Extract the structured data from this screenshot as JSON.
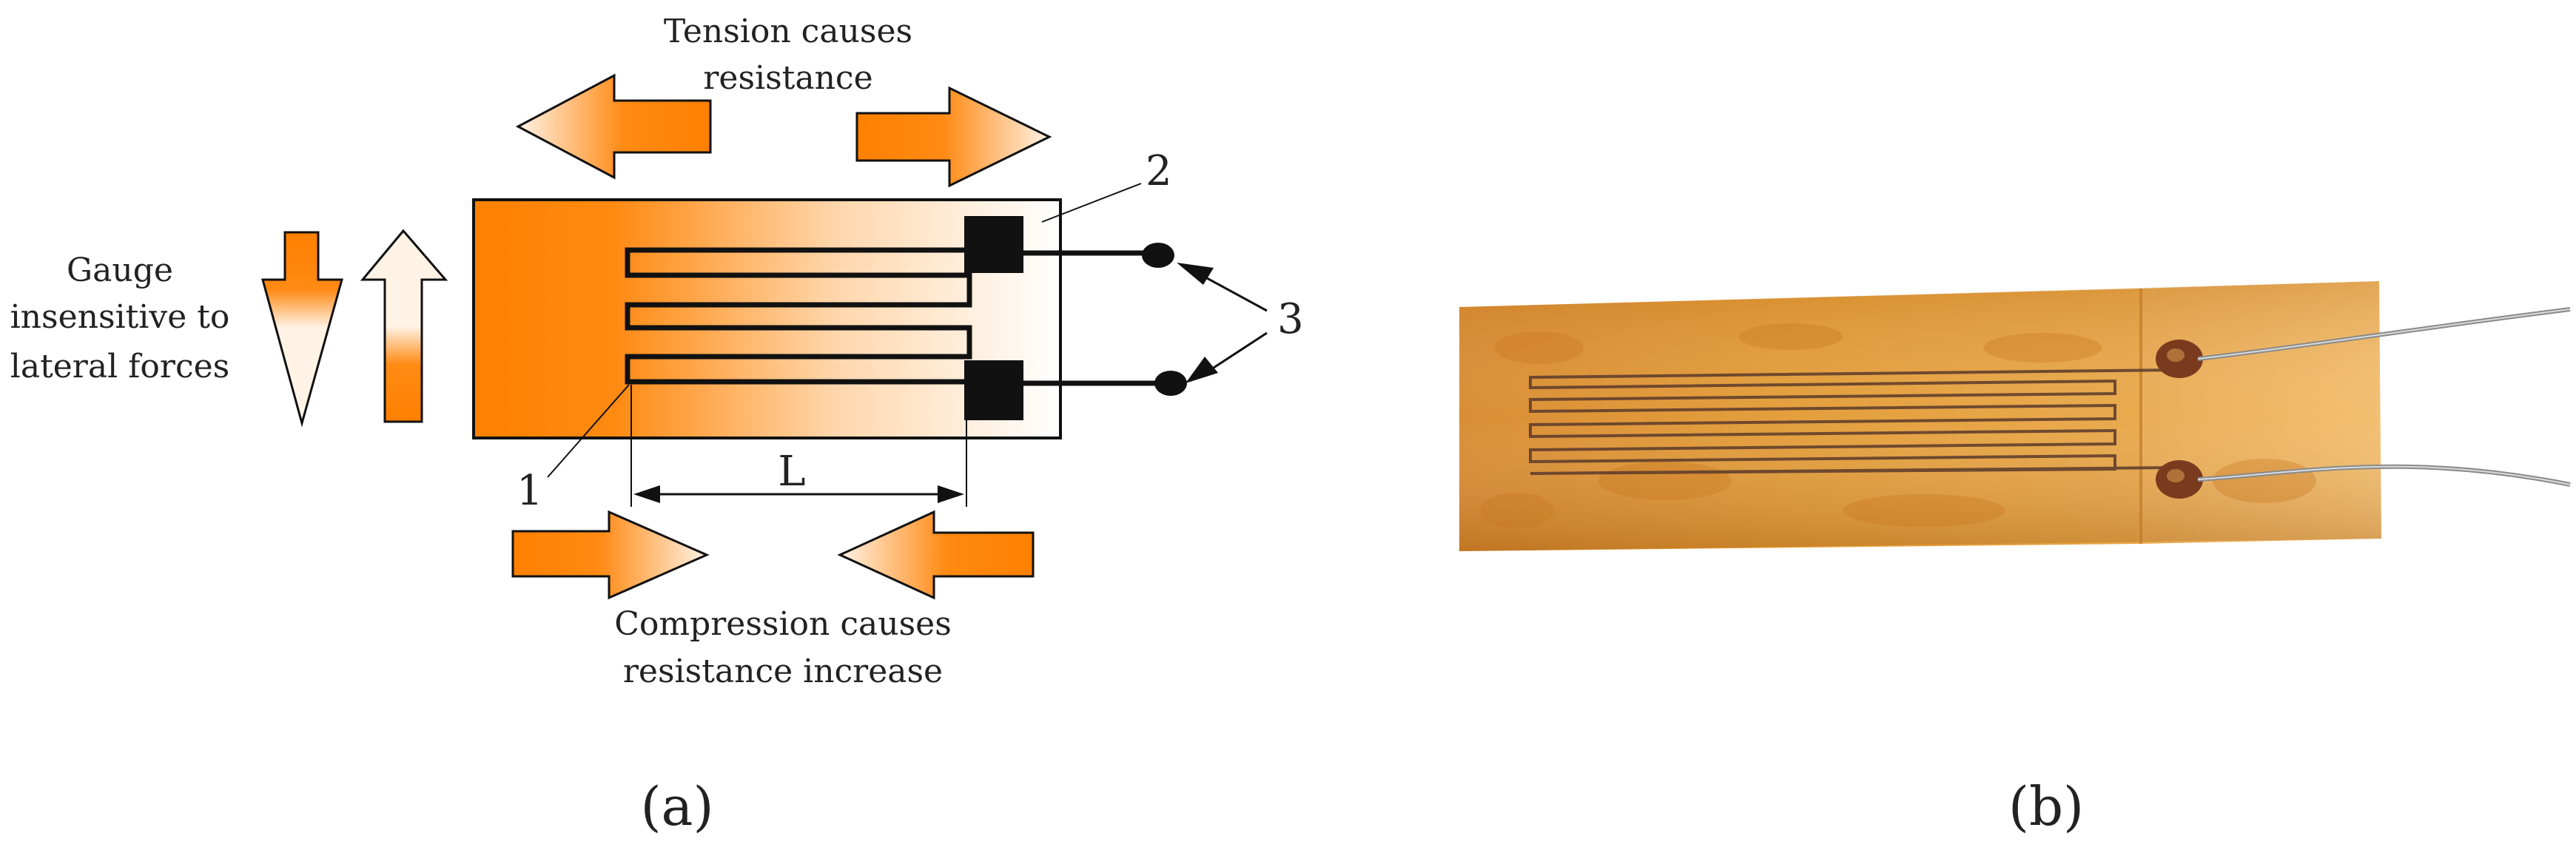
{
  "panel_a": {
    "tension_label": [
      "Tension causes",
      "resistance"
    ],
    "compression_label": [
      "Compression causes",
      "resistance increase"
    ],
    "lateral_label": [
      "Gauge",
      "insensitive to",
      "lateral forces"
    ],
    "length_label": "L",
    "callouts": {
      "grid": "1",
      "backing": "2",
      "leads": "3"
    },
    "caption": "(a)"
  },
  "panel_b": {
    "caption": "(b)"
  },
  "colors": {
    "orange": "#FF8000",
    "backing_photo": "#E0952A",
    "ink": "#111111"
  }
}
